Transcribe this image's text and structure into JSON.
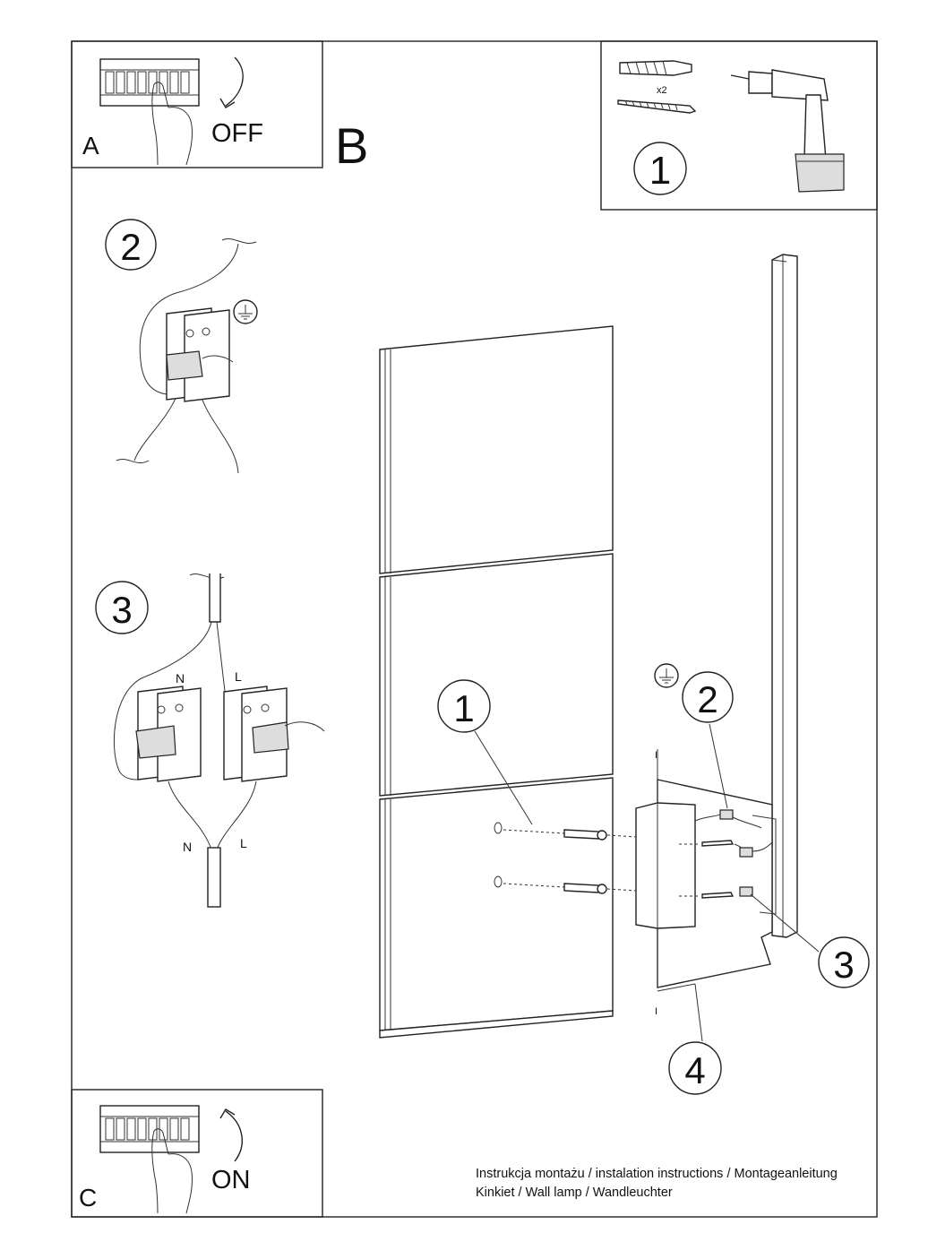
{
  "panels": {
    "power_off": {
      "letter": "A",
      "label": "OFF"
    },
    "main": {
      "letter": "B"
    },
    "power_on": {
      "letter": "C",
      "label": "ON"
    }
  },
  "tools": {
    "step": "1",
    "quantity": "x2"
  },
  "wiring": {
    "step_ground": "2",
    "step_connect": "3",
    "neutral_label": "N",
    "live_label": "L"
  },
  "assembly": {
    "callouts": [
      "1",
      "2",
      "3",
      "4"
    ]
  },
  "caption": {
    "line1": "Instrukcja montażu / instalation instructions / Montageanleitung",
    "line2": "Kinkiet / Wall lamp / Wandleuchter"
  }
}
